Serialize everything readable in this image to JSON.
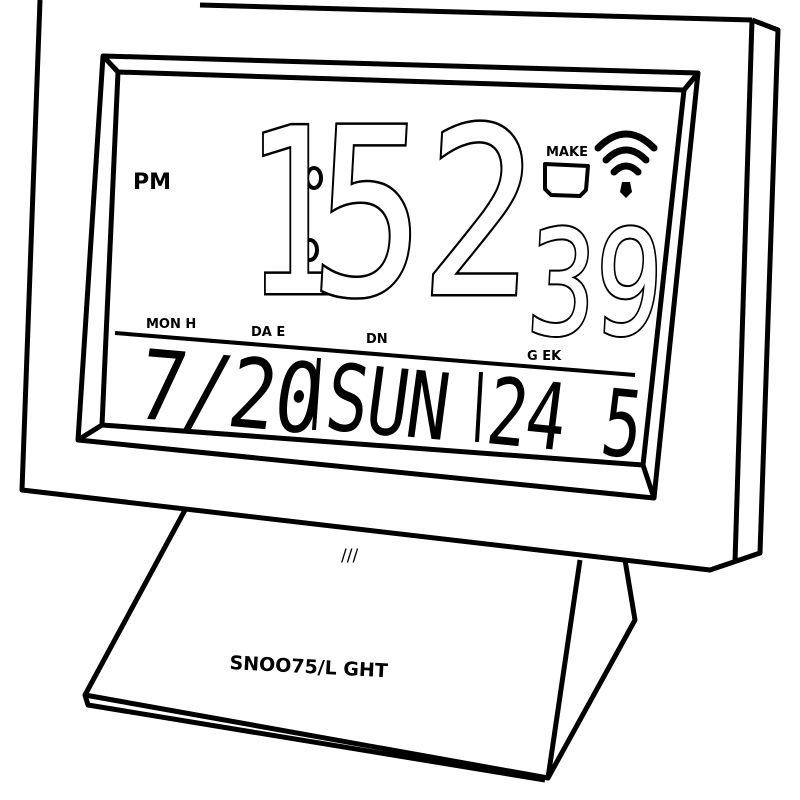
{
  "display": {
    "period": "PM",
    "time_hour": "1",
    "time_minutes": "52",
    "time_seconds": "39",
    "make_label": "MAKE",
    "label_month": "MON H",
    "label_date": "DA E",
    "label_day": "DN",
    "label_week": "G EK",
    "date_value": "7/20",
    "day_value": "SUN",
    "week_value": "24 5"
  },
  "base": {
    "tick_mark": "///",
    "model_label": "SNOO75/L GHT"
  },
  "icons": {
    "signal": "signal-icon",
    "snooze_button": "snooze-button-icon"
  },
  "colors": {
    "ink": "#000000",
    "background": "#ffffff"
  }
}
